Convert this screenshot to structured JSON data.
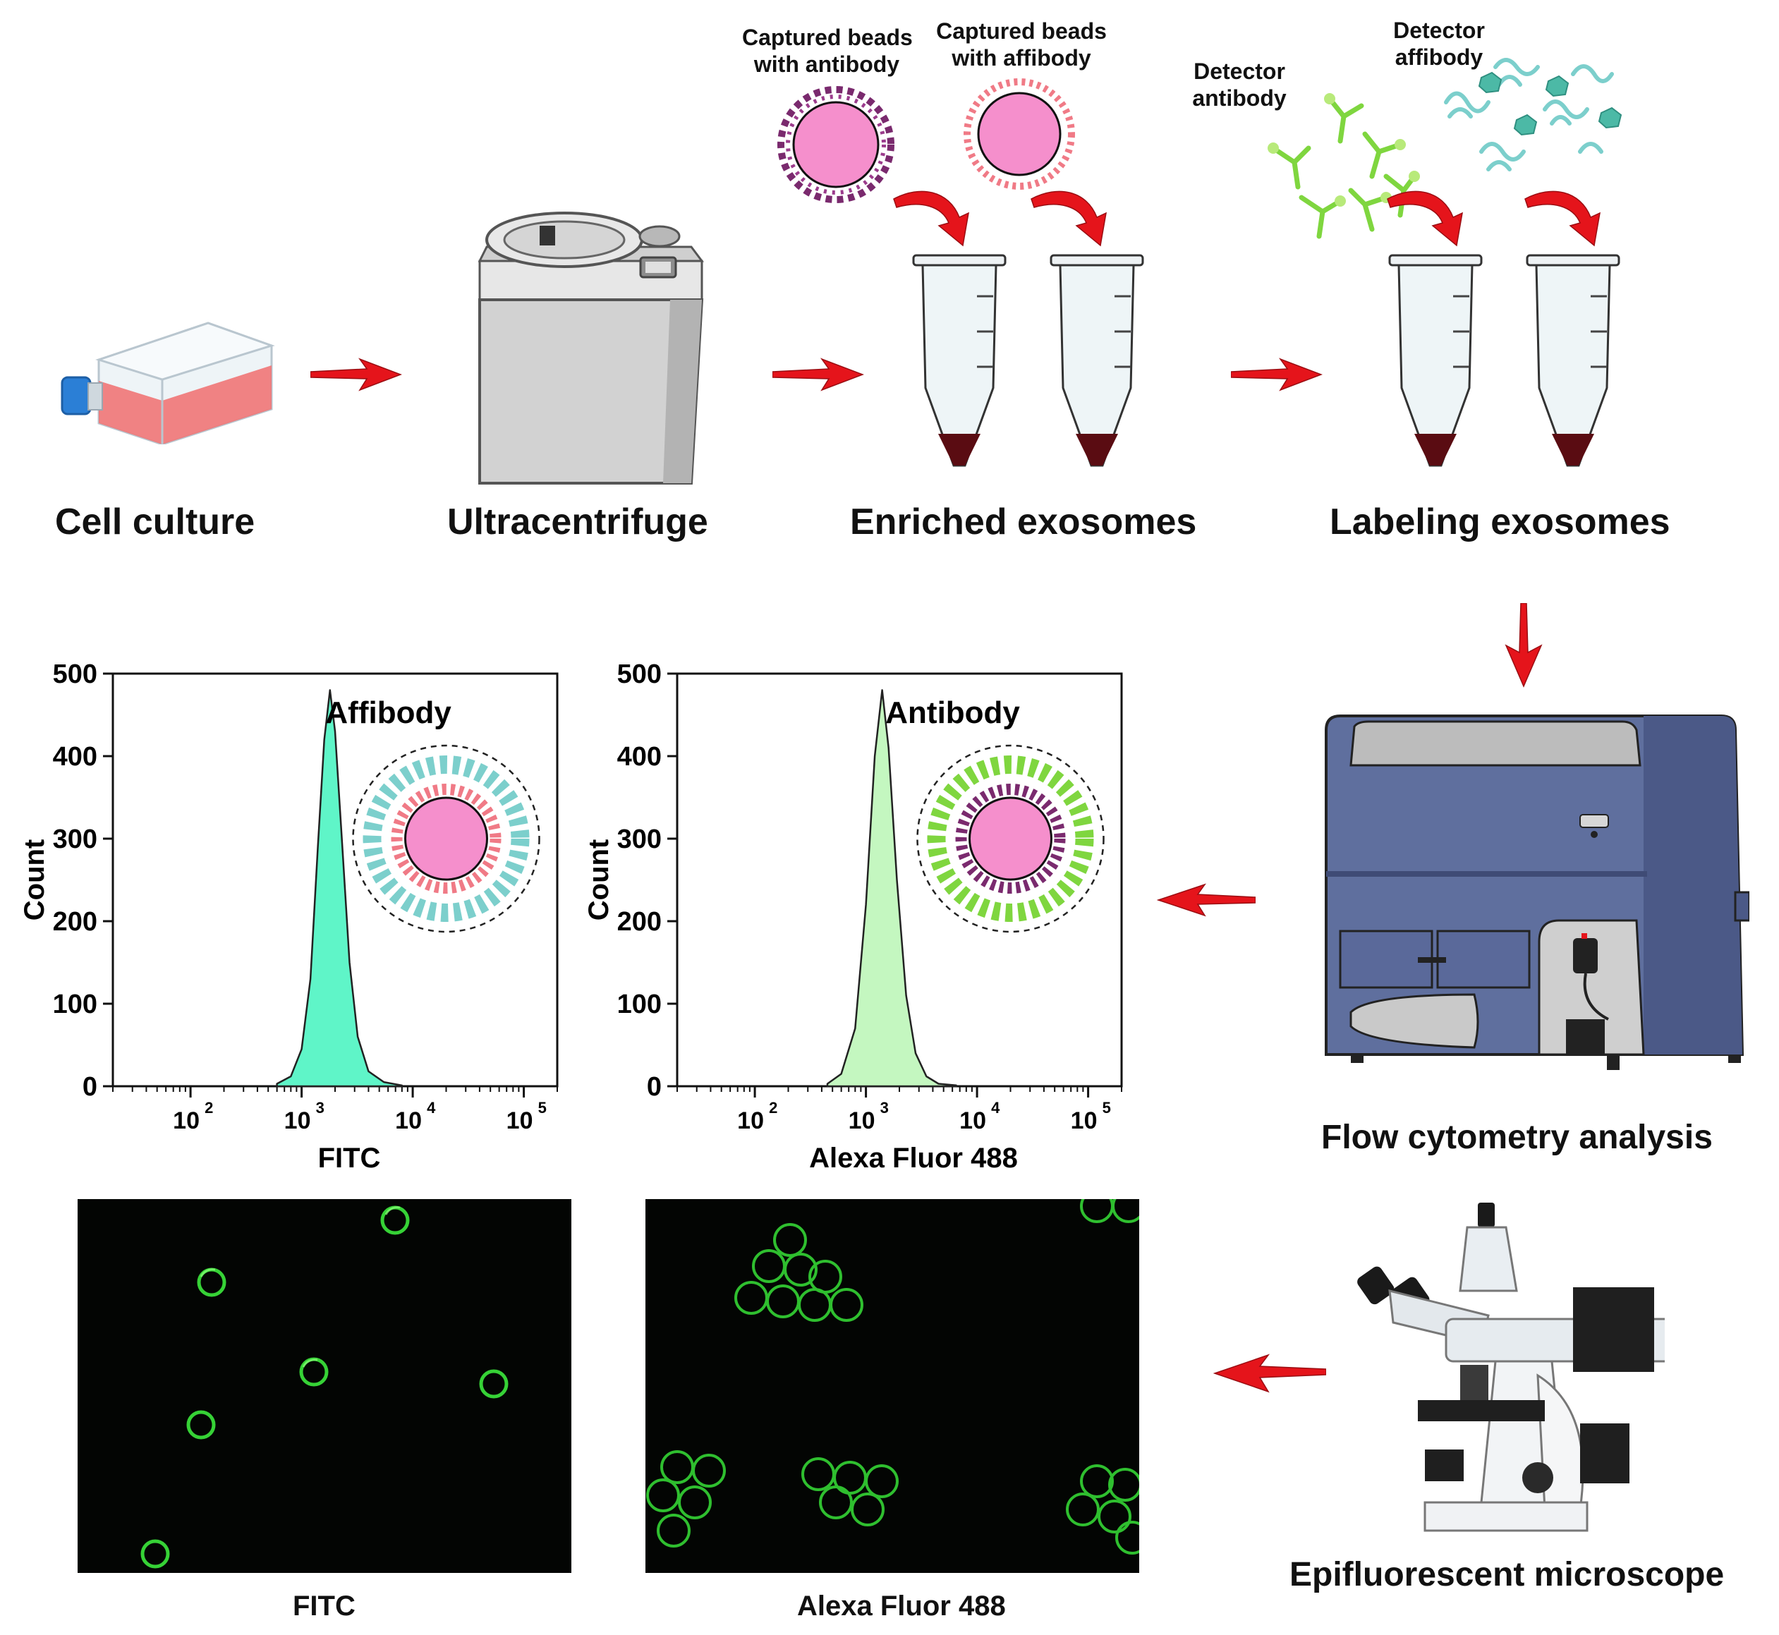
{
  "stages": {
    "cell_culture": "Cell culture",
    "ultracentrifuge": "Ultracentrifuge",
    "enriched": "Enriched exosomes",
    "labeling": "Labeling exosomes",
    "flow": "Flow cytometry analysis",
    "microscope": "Epifluorescent microscope"
  },
  "reagents": {
    "capture_antibody": [
      "Captured beads",
      "with antibody"
    ],
    "capture_affibody": [
      "Captured beads",
      "with affibody"
    ],
    "detector_antibody": [
      "Detector",
      "antibody"
    ],
    "detector_affibody": [
      "Detector",
      "affibody"
    ]
  },
  "colors": {
    "arrow": "#e5141b",
    "bead": "#f58fcc",
    "affibody_fill": "#5ff5c8",
    "antibody_fill": "#c4f7c0",
    "cytometer": "#5f6f9e",
    "fluorescence": "#36d236"
  },
  "chart_data": [
    {
      "type": "area",
      "title": "Affibody",
      "xlabel": "FITC",
      "ylabel": "Count",
      "x_scale": "log",
      "xlim": [
        20,
        200000
      ],
      "ylim": [
        0,
        500
      ],
      "yticks": [
        "0",
        "100",
        "200",
        "300",
        "400",
        "500"
      ],
      "peak_x": 1800,
      "peak_y": 480,
      "x": [
        600,
        800,
        1000,
        1200,
        1400,
        1600,
        1800,
        2000,
        2300,
        2700,
        3200,
        4000,
        5500,
        8000
      ],
      "y": [
        3,
        12,
        45,
        130,
        290,
        420,
        480,
        430,
        300,
        150,
        60,
        18,
        5,
        1
      ]
    },
    {
      "type": "area",
      "title": "Antibody",
      "xlabel": "Alexa Fluor 488",
      "ylabel": "Count",
      "x_scale": "log",
      "xlim": [
        20,
        200000
      ],
      "ylim": [
        0,
        500
      ],
      "yticks": [
        "0",
        "100",
        "200",
        "300",
        "400",
        "500"
      ],
      "peak_x": 1400,
      "peak_y": 480,
      "x": [
        450,
        600,
        800,
        1000,
        1200,
        1400,
        1600,
        1900,
        2300,
        2800,
        3500,
        4500,
        6500
      ],
      "y": [
        3,
        15,
        70,
        220,
        400,
        480,
        410,
        250,
        110,
        40,
        12,
        3,
        1
      ]
    }
  ],
  "captions": {
    "left": "FITC",
    "right": "Alexa Fluor 488"
  }
}
